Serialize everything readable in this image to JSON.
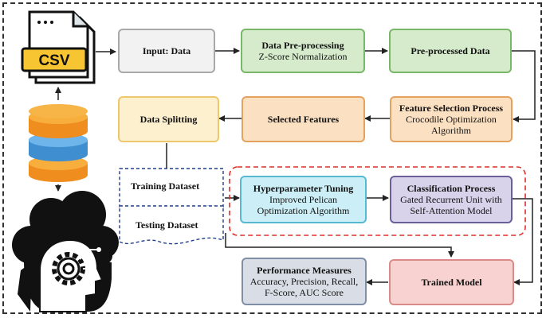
{
  "file_icon_label": "CSV",
  "nodes": {
    "input": {
      "title": "Input: Data",
      "sub": ""
    },
    "preprocess": {
      "title": "Data Pre-processing",
      "sub": "Z-Score Normalization"
    },
    "preprocessed": {
      "title": "Pre-processed Data",
      "sub": ""
    },
    "feature": {
      "title": "Feature Selection Process",
      "sub": "Crocodile Optimization Algorithm"
    },
    "selected": {
      "title": "Selected Features",
      "sub": ""
    },
    "splitting": {
      "title": "Data Splitting",
      "sub": ""
    },
    "hyper": {
      "title": "Hyperparameter Tuning",
      "sub": "Improved Pelican Optimization Algorithm"
    },
    "classify": {
      "title": "Classification Process",
      "sub": "Gated Recurrent Unit with Self-Attention Model"
    },
    "trained": {
      "title": "Trained Model",
      "sub": ""
    },
    "performance": {
      "title": "Performance Measures",
      "sub": "Accuracy, Precision, Recall, F-Score, AUC Score"
    }
  },
  "datasets": {
    "training": "Training Dataset",
    "testing": "Testing Dataset"
  }
}
